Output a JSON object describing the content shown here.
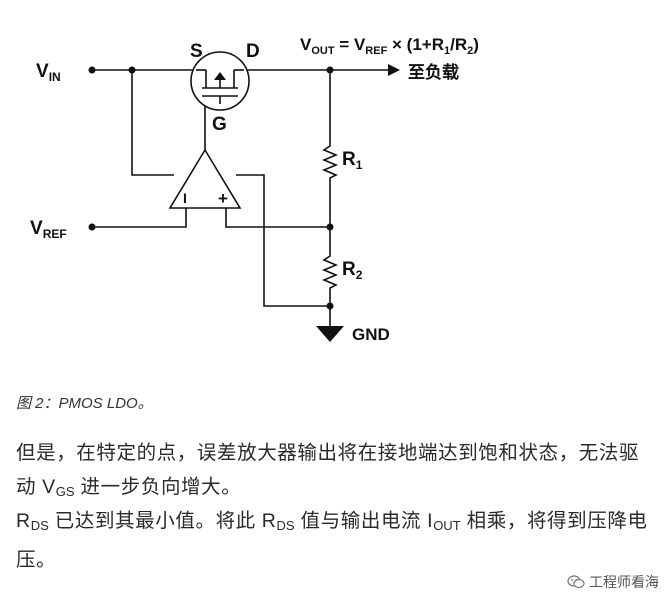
{
  "diagram": {
    "vin": {
      "main": "V",
      "sub": "IN"
    },
    "vref": {
      "main": "V",
      "sub": "REF"
    },
    "source": "S",
    "drain": "D",
    "gate": "G",
    "inv_input": "I",
    "noninv_input": "+",
    "r1": {
      "main": "R",
      "sub": "1"
    },
    "r2": {
      "main": "R",
      "sub": "2"
    },
    "gnd": "GND",
    "to_load": "至负载",
    "formula": {
      "v1": "V",
      "v1_sub": "OUT",
      "eq": " = V",
      "v2_sub": "REF",
      "mid": " × (1+R",
      "r1_sub": "1",
      "slash": "/R",
      "r2_sub": "2",
      "close": ")"
    }
  },
  "caption": "图 2：PMOS LDO。",
  "paragraph1": {
    "text_a": "但是，在特定的点，误差放大器输出将在接地端达到饱和状态，无法驱动 V",
    "sub": "GS",
    "text_b": " 进一步负向增大。"
  },
  "paragraph2": {
    "text_a": "R",
    "sub_a": "DS",
    "text_b": " 已达到其最小值。将此 R",
    "sub_b": "DS",
    "text_c": " 值与输出电流 I",
    "sub_c": "OUT",
    "text_d": " 相乘，将得到压降电压。"
  },
  "watermark": "工程师看海"
}
